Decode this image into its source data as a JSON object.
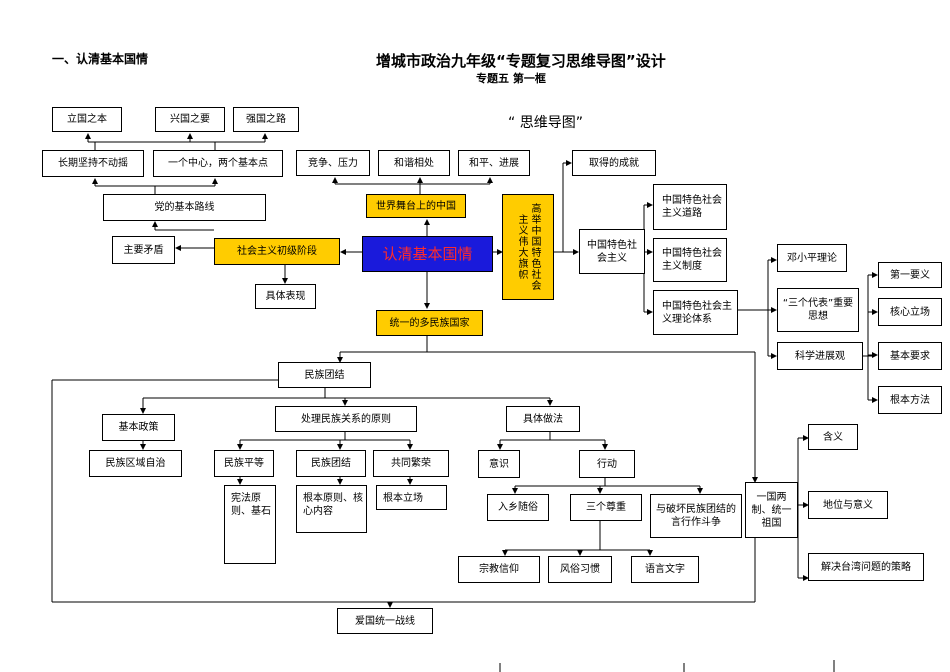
{
  "header": {
    "section": "一、认清基本国情",
    "title": "增城市政治九年级“专题复习思维导图”设计",
    "subtitle": "专题五  第一框",
    "mindmap_label": "“ 思维导图”"
  },
  "nodes": {
    "ligzb": "立国之本",
    "xgzy": "兴国之要",
    "qgzl": "强国之路",
    "cqjc": "长期坚持不动摇",
    "yzx": "一个中心，两个基本点",
    "jzyl": "竞争、压力",
    "hxxc": "和谐相处",
    "hpfz": "和平、进展",
    "qdcj": "取得的成就",
    "jblx": "党的基本路线",
    "swtzg": "世界舞台上的中国",
    "zymd": "主要矛盾",
    "shzycj": "社会主义初级阶段",
    "center": "认清基本国情",
    "gjzg": "高举中国特色社会主义伟大旗帜",
    "zgts": "中国特色社会主义",
    "dl": "中国特色社会主义道路",
    "zd": "中国特色社会主义制度",
    "llyx": "中国特色社会主义理论体系",
    "dxp": "邓小平理论",
    "sgdb": "“三个代表”重要思想",
    "kxfz": "科学进展观",
    "dyyy": "第一要义",
    "hxlc": "核心立场",
    "jbyq": "基本要求",
    "gbff": "根本方法",
    "jtbx": "具体表现",
    "tydmz": "统一的多民族国家",
    "mztj": "民族团结",
    "jbzc": "基本政策",
    "clmzgx": "处理民族关系的原则",
    "jtzf": "具体做法",
    "mzqyzz": "民族区域自治",
    "mzpd": "民族平等",
    "mztj2": "民族团结",
    "gtfr": "共同繁荣",
    "ys": "意识",
    "xd": "行动",
    "xfyz": "宪法原则、基石",
    "gbyz": "根本原则、核心内容",
    "gblc": "根本立场",
    "rxsx": "入乡随俗",
    "sgzz": "三个尊重",
    "ypfmz": "与破坏民族团结的言行作斗争",
    "zjxy": "宗教信仰",
    "fsxg": "风俗习惯",
    "yywz": "语言文字",
    "ygtz": "爱国统一战线",
    "ygll": "一国两制、统一祖国",
    "hy": "含义",
    "dwyy": "地位与意义",
    "jjtw": "解决台湾问题的策略"
  },
  "colors": {
    "accent_yellow": "#ffcc00",
    "center_blue": "#1a1adb",
    "center_text": "#ff2b2b"
  }
}
